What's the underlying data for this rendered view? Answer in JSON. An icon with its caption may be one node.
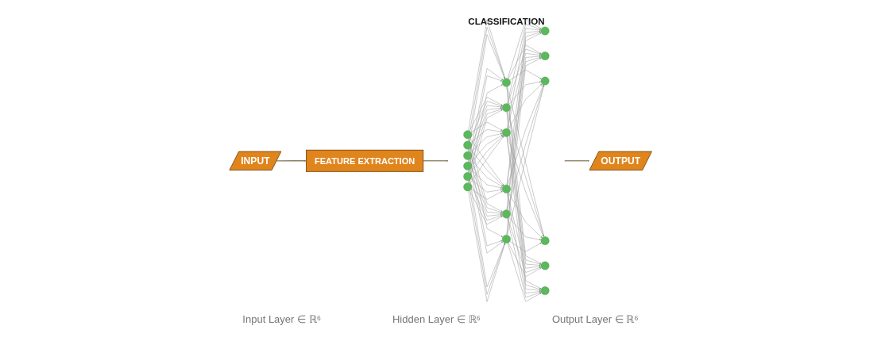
{
  "diagram": {
    "nodes": [
      {
        "text": [
          "INPUT"
        ]
      },
      {
        "text": [
          "FEATURE EXTRACTION"
        ]
      },
      {
        "text": [
          "CLASSIFICATION"
        ]
      },
      {
        "text": [],
        "shape": "circle",
        "in": 2
      },
      {
        "text": [],
        "shape": "circle",
        "in": 2
      },
      {
        "text": [],
        "shape": "circle",
        "in": 2
      },
      {
        "text": [],
        "shape": "circle",
        "in": 2
      },
      {
        "text": [],
        "shape": "circle",
        "in": 2
      },
      {
        "text": [],
        "shape": "circle",
        "in": 2
      },
      {
        "text": [],
        "shape": "circle",
        "in": 2
      },
      {
        "text": [],
        "shape": "circle",
        "in": 2
      },
      {
        "text": [],
        "shape": "circle",
        "in": 2
      },
      {
        "text": [],
        "shape": "circle",
        "in": 2
      },
      {
        "text": [],
        "shape": "circle",
        "in": 2
      },
      {
        "text": [],
        "shape": "circle",
        "in": 2
      },
      {
        "text": [],
        "shape": "circle",
        "in": 2
      },
      {
        "text": [],
        "shape": "circle",
        "in": 2
      },
      {
        "text": [],
        "shape": "circle",
        "in": 2
      },
      {
        "text": [],
        "shape": "circle",
        "in": 2
      },
      {
        "text": [],
        "shape": "circle",
        "in": 2
      },
      {
        "text": [],
        "shape": "circle",
        "in": 2
      },
      {
        "text": [
          "OUTPUT"
        ]
      }
    ],
    "edges": [
      {
        "from": 0,
        "to": 1,
        "arrow": "to",
        "color": "#8a7d62"
      },
      {
        "from": 1,
        "to": 2,
        "arrow": "to",
        "color": "#8a7d62"
      },
      {
        "from": 2,
        "to": 21,
        "arrow": "to",
        "color": "#8a7d62"
      },
      {
        "from": 3,
        "to": 9,
        "arrow": "to"
      },
      {
        "from": 3,
        "to": 10,
        "arrow": "to"
      },
      {
        "from": 3,
        "to": 11,
        "arrow": "to"
      },
      {
        "from": 3,
        "to": 12,
        "arrow": "to"
      },
      {
        "from": 3,
        "to": 13,
        "arrow": "to"
      },
      {
        "from": 3,
        "to": 14,
        "arrow": "to"
      },
      {
        "from": 4,
        "to": 9,
        "arrow": "to"
      },
      {
        "from": 4,
        "to": 10,
        "arrow": "to"
      },
      {
        "from": 4,
        "to": 11,
        "arrow": "to"
      },
      {
        "from": 4,
        "to": 12,
        "arrow": "to"
      },
      {
        "from": 4,
        "to": 13,
        "arrow": "to"
      },
      {
        "from": 4,
        "to": 14,
        "arrow": "to"
      },
      {
        "from": 5,
        "to": 9,
        "arrow": "to"
      },
      {
        "from": 5,
        "to": 10,
        "arrow": "to"
      },
      {
        "from": 5,
        "to": 11,
        "arrow": "to"
      },
      {
        "from": 5,
        "to": 12,
        "arrow": "to"
      },
      {
        "from": 5,
        "to": 13,
        "arrow": "to"
      },
      {
        "from": 5,
        "to": 14,
        "arrow": "to"
      },
      {
        "from": 6,
        "to": 9,
        "arrow": "to"
      },
      {
        "from": 6,
        "to": 10,
        "arrow": "to"
      },
      {
        "from": 6,
        "to": 11,
        "arrow": "to"
      },
      {
        "from": 6,
        "to": 12,
        "arrow": "to"
      },
      {
        "from": 6,
        "to": 13,
        "arrow": "to"
      },
      {
        "from": 6,
        "to": 14,
        "arrow": "to"
      },
      {
        "from": 7,
        "to": 9,
        "arrow": "to"
      },
      {
        "from": 7,
        "to": 10,
        "arrow": "to"
      },
      {
        "from": 7,
        "to": 11,
        "arrow": "to"
      },
      {
        "from": 7,
        "to": 12,
        "arrow": "to"
      },
      {
        "from": 7,
        "to": 13,
        "arrow": "to"
      },
      {
        "from": 7,
        "to": 14,
        "arrow": "to"
      },
      {
        "from": 8,
        "to": 9,
        "arrow": "to"
      },
      {
        "from": 8,
        "to": 10,
        "arrow": "to"
      },
      {
        "from": 8,
        "to": 11,
        "arrow": "to"
      },
      {
        "from": 8,
        "to": 12,
        "arrow": "to"
      },
      {
        "from": 8,
        "to": 13,
        "arrow": "to"
      },
      {
        "from": 8,
        "to": 14,
        "arrow": "to"
      },
      {
        "from": 9,
        "to": 15,
        "arrow": "to"
      },
      {
        "from": 9,
        "to": 16,
        "arrow": "to"
      },
      {
        "from": 9,
        "to": 17,
        "arrow": "to"
      },
      {
        "from": 9,
        "to": 18,
        "arrow": "to"
      },
      {
        "from": 9,
        "to": 19,
        "arrow": "to"
      },
      {
        "from": 9,
        "to": 20,
        "arrow": "to"
      },
      {
        "from": 10,
        "to": 15,
        "arrow": "to"
      },
      {
        "from": 10,
        "to": 16,
        "arrow": "to"
      },
      {
        "from": 10,
        "to": 17,
        "arrow": "to"
      },
      {
        "from": 10,
        "to": 18,
        "arrow": "to"
      },
      {
        "from": 10,
        "to": 19,
        "arrow": "to"
      },
      {
        "from": 10,
        "to": 20,
        "arrow": "to"
      },
      {
        "from": 11,
        "to": 15,
        "arrow": "to"
      },
      {
        "from": 11,
        "to": 16,
        "arrow": "to"
      },
      {
        "from": 11,
        "to": 17,
        "arrow": "to"
      },
      {
        "from": 11,
        "to": 18,
        "arrow": "to"
      },
      {
        "from": 11,
        "to": 19,
        "arrow": "to"
      },
      {
        "from": 11,
        "to": 20,
        "arrow": "to"
      },
      {
        "from": 12,
        "to": 15,
        "arrow": "to"
      },
      {
        "from": 12,
        "to": 16,
        "arrow": "to"
      },
      {
        "from": 12,
        "to": 17,
        "arrow": "to"
      },
      {
        "from": 12,
        "to": 18,
        "arrow": "to"
      },
      {
        "from": 12,
        "to": 19,
        "arrow": "to"
      },
      {
        "from": 12,
        "to": 20,
        "arrow": "to"
      },
      {
        "from": 13,
        "to": 15,
        "arrow": "to"
      },
      {
        "from": 13,
        "to": 16,
        "arrow": "to"
      },
      {
        "from": 13,
        "to": 17,
        "arrow": "to"
      },
      {
        "from": 13,
        "to": 18,
        "arrow": "to"
      },
      {
        "from": 13,
        "to": 19,
        "arrow": "to"
      },
      {
        "from": 13,
        "to": 20,
        "arrow": "to"
      },
      {
        "from": 14,
        "to": 15,
        "arrow": "to"
      },
      {
        "from": 14,
        "to": 16,
        "arrow": "to"
      },
      {
        "from": 14,
        "to": 17,
        "arrow": "to"
      },
      {
        "from": 14,
        "to": 18,
        "arrow": "to"
      },
      {
        "from": 14,
        "to": 19,
        "arrow": "to"
      },
      {
        "from": 14,
        "to": 20,
        "arrow": "to"
      }
    ],
    "labels": [
      "Input Layer ∈ ℝ⁶",
      "Hidden Layer ∈ ℝ⁶",
      "Output Layer ∈ ℝ⁶"
    ]
  }
}
